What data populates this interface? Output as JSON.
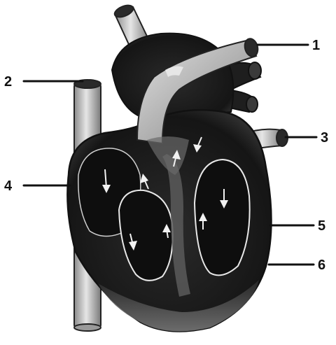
{
  "diagram": {
    "subject": "heart-cross-section",
    "callouts": [
      {
        "id": "1",
        "text": "1"
      },
      {
        "id": "2",
        "text": "2"
      },
      {
        "id": "3",
        "text": "3"
      },
      {
        "id": "4",
        "text": "4"
      },
      {
        "id": "5",
        "text": "5"
      },
      {
        "id": "6",
        "text": "6"
      }
    ]
  },
  "colors": {
    "background": "#ffffff",
    "tissue": "#1c1c1c",
    "vessel_light": "#d8d8d8",
    "vessel_shade": "#8a8a8a",
    "outline": "#111111",
    "flow_arrows": "#f2f2f2"
  }
}
